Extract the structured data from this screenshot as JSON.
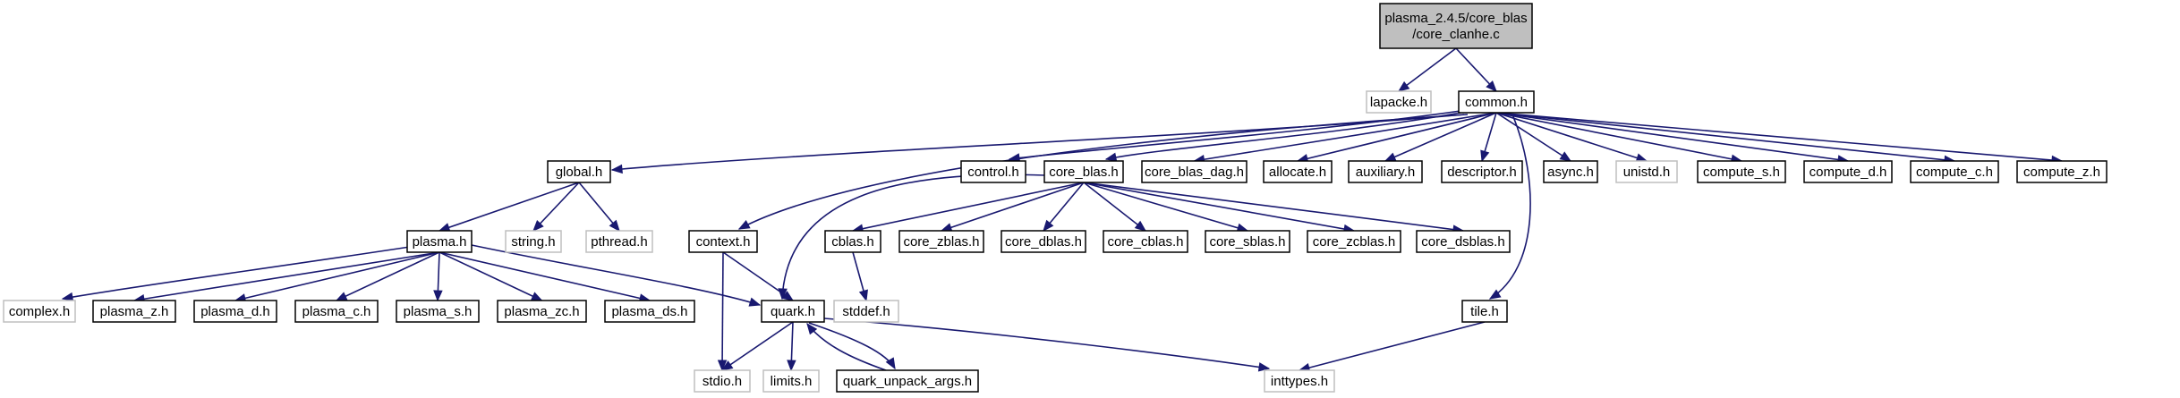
{
  "diagram": {
    "nodes": [
      {
        "id": "root",
        "lines": [
          "plasma_2.4.5/core_blas",
          "/core_clanhe.c"
        ],
        "style": "root"
      },
      {
        "id": "lapacke",
        "lines": [
          "lapacke.h"
        ],
        "style": "external"
      },
      {
        "id": "common",
        "lines": [
          "common.h"
        ],
        "style": "normal"
      },
      {
        "id": "global",
        "lines": [
          "global.h"
        ],
        "style": "normal"
      },
      {
        "id": "control",
        "lines": [
          "control.h"
        ],
        "style": "normal"
      },
      {
        "id": "core_blas",
        "lines": [
          "core_blas.h"
        ],
        "style": "normal"
      },
      {
        "id": "core_blas_dag",
        "lines": [
          "core_blas_dag.h"
        ],
        "style": "normal"
      },
      {
        "id": "allocate",
        "lines": [
          "allocate.h"
        ],
        "style": "normal"
      },
      {
        "id": "auxiliary",
        "lines": [
          "auxiliary.h"
        ],
        "style": "normal"
      },
      {
        "id": "descriptor",
        "lines": [
          "descriptor.h"
        ],
        "style": "normal"
      },
      {
        "id": "async",
        "lines": [
          "async.h"
        ],
        "style": "normal"
      },
      {
        "id": "unistd",
        "lines": [
          "unistd.h"
        ],
        "style": "external"
      },
      {
        "id": "compute_s",
        "lines": [
          "compute_s.h"
        ],
        "style": "normal"
      },
      {
        "id": "compute_d",
        "lines": [
          "compute_d.h"
        ],
        "style": "normal"
      },
      {
        "id": "compute_c",
        "lines": [
          "compute_c.h"
        ],
        "style": "normal"
      },
      {
        "id": "compute_z",
        "lines": [
          "compute_z.h"
        ],
        "style": "normal"
      },
      {
        "id": "plasma",
        "lines": [
          "plasma.h"
        ],
        "style": "normal"
      },
      {
        "id": "string",
        "lines": [
          "string.h"
        ],
        "style": "external"
      },
      {
        "id": "pthread",
        "lines": [
          "pthread.h"
        ],
        "style": "external"
      },
      {
        "id": "context",
        "lines": [
          "context.h"
        ],
        "style": "normal"
      },
      {
        "id": "cblas",
        "lines": [
          "cblas.h"
        ],
        "style": "normal"
      },
      {
        "id": "core_zblas",
        "lines": [
          "core_zblas.h"
        ],
        "style": "normal"
      },
      {
        "id": "core_dblas",
        "lines": [
          "core_dblas.h"
        ],
        "style": "normal"
      },
      {
        "id": "core_cblas",
        "lines": [
          "core_cblas.h"
        ],
        "style": "normal"
      },
      {
        "id": "core_sblas",
        "lines": [
          "core_sblas.h"
        ],
        "style": "normal"
      },
      {
        "id": "core_zcblas",
        "lines": [
          "core_zcblas.h"
        ],
        "style": "normal"
      },
      {
        "id": "core_dsblas",
        "lines": [
          "core_dsblas.h"
        ],
        "style": "normal"
      },
      {
        "id": "complex",
        "lines": [
          "complex.h"
        ],
        "style": "external"
      },
      {
        "id": "plasma_z",
        "lines": [
          "plasma_z.h"
        ],
        "style": "normal"
      },
      {
        "id": "plasma_d",
        "lines": [
          "plasma_d.h"
        ],
        "style": "normal"
      },
      {
        "id": "plasma_c",
        "lines": [
          "plasma_c.h"
        ],
        "style": "normal"
      },
      {
        "id": "plasma_s",
        "lines": [
          "plasma_s.h"
        ],
        "style": "normal"
      },
      {
        "id": "plasma_zc",
        "lines": [
          "plasma_zc.h"
        ],
        "style": "normal"
      },
      {
        "id": "plasma_ds",
        "lines": [
          "plasma_ds.h"
        ],
        "style": "normal"
      },
      {
        "id": "quark",
        "lines": [
          "quark.h"
        ],
        "style": "normal"
      },
      {
        "id": "stddef",
        "lines": [
          "stddef.h"
        ],
        "style": "external"
      },
      {
        "id": "tile",
        "lines": [
          "tile.h"
        ],
        "style": "normal"
      },
      {
        "id": "stdio",
        "lines": [
          "stdio.h"
        ],
        "style": "external"
      },
      {
        "id": "limits",
        "lines": [
          "limits.h"
        ],
        "style": "external"
      },
      {
        "id": "quark_unpack_args",
        "lines": [
          "quark_unpack_args.h"
        ],
        "style": "normal"
      },
      {
        "id": "inttypes",
        "lines": [
          "inttypes.h"
        ],
        "style": "external"
      }
    ],
    "edges": [
      {
        "from": "root",
        "to": "lapacke"
      },
      {
        "from": "root",
        "to": "common"
      },
      {
        "from": "common",
        "to": "global"
      },
      {
        "from": "common",
        "to": "control"
      },
      {
        "from": "common",
        "to": "core_blas"
      },
      {
        "from": "common",
        "to": "core_blas_dag"
      },
      {
        "from": "common",
        "to": "allocate"
      },
      {
        "from": "common",
        "to": "auxiliary"
      },
      {
        "from": "common",
        "to": "descriptor"
      },
      {
        "from": "common",
        "to": "async"
      },
      {
        "from": "common",
        "to": "unistd"
      },
      {
        "from": "common",
        "to": "compute_s"
      },
      {
        "from": "common",
        "to": "compute_d"
      },
      {
        "from": "common",
        "to": "compute_c"
      },
      {
        "from": "common",
        "to": "compute_z"
      },
      {
        "from": "common",
        "to": "context"
      },
      {
        "from": "common",
        "to": "tile"
      },
      {
        "from": "global",
        "to": "plasma"
      },
      {
        "from": "global",
        "to": "string"
      },
      {
        "from": "global",
        "to": "pthread"
      },
      {
        "from": "plasma",
        "to": "complex"
      },
      {
        "from": "plasma",
        "to": "plasma_z"
      },
      {
        "from": "plasma",
        "to": "plasma_d"
      },
      {
        "from": "plasma",
        "to": "plasma_c"
      },
      {
        "from": "plasma",
        "to": "plasma_s"
      },
      {
        "from": "plasma",
        "to": "plasma_zc"
      },
      {
        "from": "plasma",
        "to": "plasma_ds"
      },
      {
        "from": "plasma",
        "to": "quark"
      },
      {
        "from": "core_blas",
        "to": "cblas"
      },
      {
        "from": "core_blas",
        "to": "core_zblas"
      },
      {
        "from": "core_blas",
        "to": "core_dblas"
      },
      {
        "from": "core_blas",
        "to": "core_cblas"
      },
      {
        "from": "core_blas",
        "to": "core_sblas"
      },
      {
        "from": "core_blas",
        "to": "core_zcblas"
      },
      {
        "from": "core_blas",
        "to": "core_dsblas"
      },
      {
        "from": "core_blas",
        "to": "quark"
      },
      {
        "from": "context",
        "to": "quark"
      },
      {
        "from": "context",
        "to": "stdio"
      },
      {
        "from": "cblas",
        "to": "stddef"
      },
      {
        "from": "quark",
        "to": "stdio"
      },
      {
        "from": "quark",
        "to": "limits"
      },
      {
        "from": "quark",
        "to": "quark_unpack_args"
      },
      {
        "from": "quark",
        "to": "inttypes"
      },
      {
        "from": "quark_unpack_args",
        "to": "quark"
      },
      {
        "from": "tile",
        "to": "inttypes"
      }
    ],
    "colors": {
      "edge": "#191970",
      "root_fill": "#bfbfbf",
      "root_border": "#000000",
      "normal_fill": "#ffffff",
      "normal_border": "#000000",
      "external_fill": "#ffffff",
      "external_border": "#bfbfbf"
    }
  }
}
